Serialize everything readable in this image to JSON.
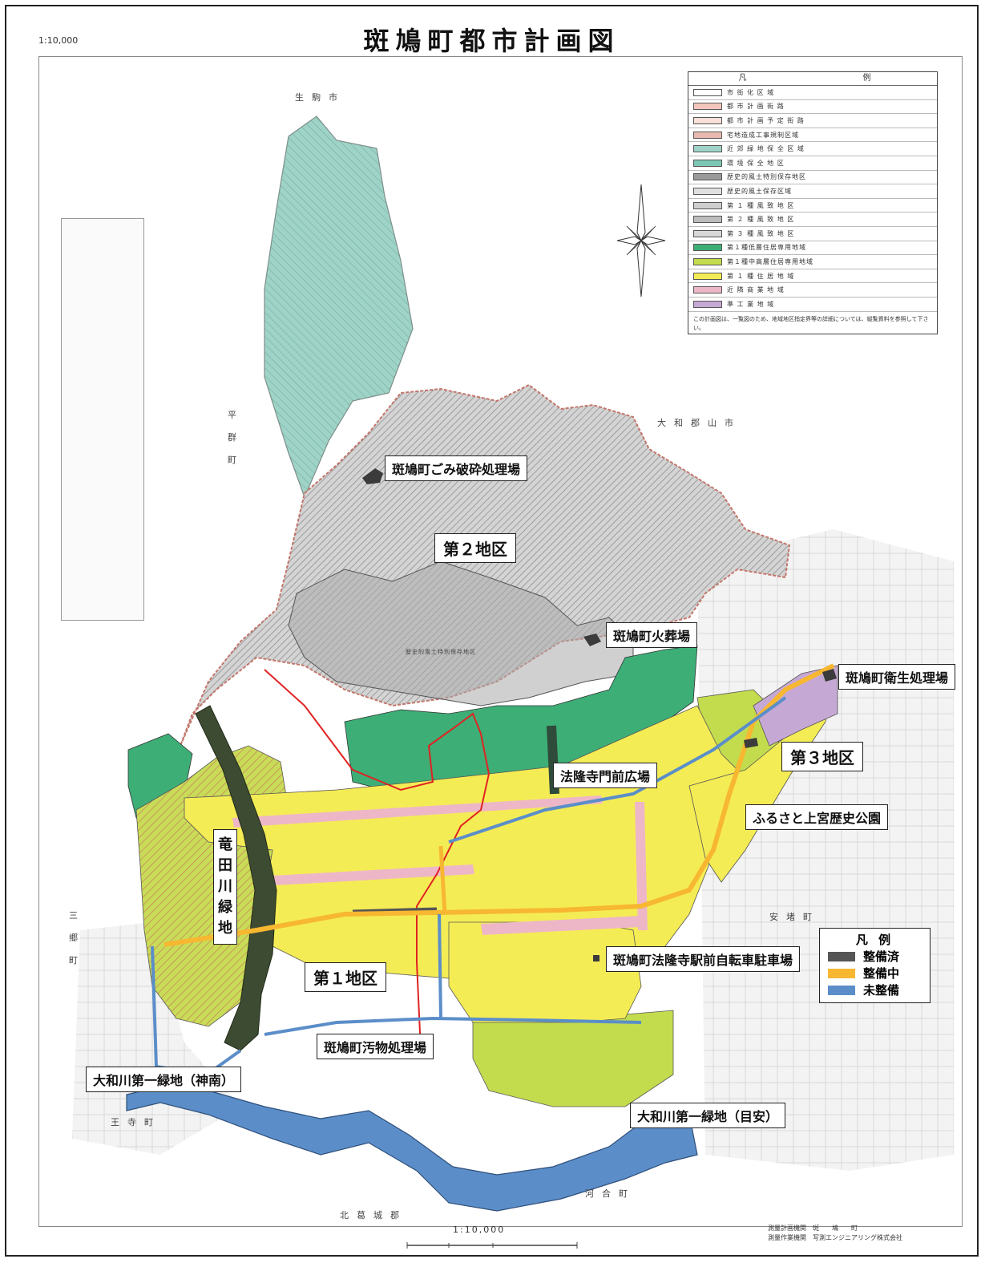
{
  "header": {
    "scale": "1:10,000",
    "title": "斑鳩町都市計画図"
  },
  "places": {
    "ikoma": "生駒市",
    "heguri": "平群町",
    "yamato_koriyama": "大和郡山市",
    "sango": "三郷町",
    "ando": "安堵町",
    "oji": "王寺町",
    "kawai": "河合町",
    "kitakatsuragi": "北葛城郡"
  },
  "districts": {
    "d1": "第１地区",
    "d2": "第２地区",
    "d3": "第３地区"
  },
  "facilities": {
    "gomi": "斑鳩町ごみ破砕処理場",
    "kaso": "斑鳩町火葬場",
    "eisei": "斑鳩町衛生処理場",
    "monzen": "法隆寺門前広場",
    "furusato": "ふるさと上宮歴史公園",
    "churin": "斑鳩町法隆寺駅前自転車駐車場",
    "oshi": "斑鳩町汚物処理場",
    "jinnan": "大和川第一緑地（神南）",
    "meyasu": "大和川第一緑地（目安）",
    "tatsuta": "竜田川緑地"
  },
  "map_text": {
    "rekishi": "歴史的風土特別保存地区"
  },
  "status_legend": {
    "title": "凡 例",
    "items": [
      {
        "label": "整備済",
        "color": "#555555"
      },
      {
        "label": "整備中",
        "color": "#f7b731"
      },
      {
        "label": "未整備",
        "color": "#5b8ec9"
      }
    ]
  },
  "zoning_legend": {
    "head_left": "凡",
    "head_right": "例",
    "rows": [
      {
        "label": "市 街 化 区 域",
        "color": "#ffffff"
      },
      {
        "label": "都 市 計 画 街 路",
        "color": "#f4c6bb"
      },
      {
        "label": "都 市 計 画 予 定 街 路",
        "color": "#f9e0d8"
      },
      {
        "label": "宅地造成工事規制区域",
        "color": "#e7b9b0"
      },
      {
        "label": "近 郊 緑 地 保 全 区 域",
        "color": "#9fd3c7"
      },
      {
        "label": "環 境 保 全 地 区",
        "color": "#7cc7b4"
      },
      {
        "label": "歴史的風土特別保存地区",
        "color": "#9a9a9a"
      },
      {
        "label": "歴史的風土保存区域",
        "color": "#e0e0e0"
      },
      {
        "label": "第 １ 種 風 致 地 区",
        "color": "#cfcfcf"
      },
      {
        "label": "第 ２ 種 風 致 地 区",
        "color": "#bdbdbd"
      },
      {
        "label": "第 ３ 種 風 致 地 区",
        "color": "#d8d8d8"
      },
      {
        "label": "第１種低層住居専用地域",
        "color": "#3dae76"
      },
      {
        "label": "第１種中高層住居専用地域",
        "color": "#c3dc4e"
      },
      {
        "label": "第 １ 種 住 居 地 域",
        "color": "#f4ec55"
      },
      {
        "label": "近 隣 商 業 地 域",
        "color": "#eeb7c7"
      },
      {
        "label": "準 工 業 地 域",
        "color": "#c6a8d4"
      }
    ],
    "note": "この計画図は、一覧図のため、地域地区指定界等の詳細については、縦覧資料を参照して下さい。"
  },
  "footer": {
    "scale": "1:10,000",
    "credit_1": "測量計画機関　斑　　鳩　　町",
    "credit_2": "測量作業機関　写測エンジニアリング株式会社"
  }
}
